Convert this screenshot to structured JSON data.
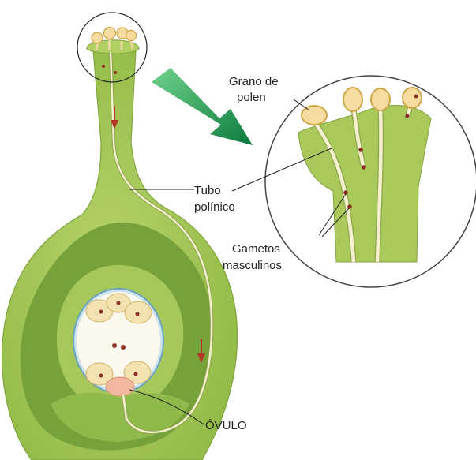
{
  "labels": {
    "pollen_grain": [
      "Grano de",
      "polen"
    ],
    "pollen_tube": [
      "Tubo",
      "polínico"
    ],
    "male_gametes": [
      "Gametos",
      "masculinos"
    ],
    "ovule": "ÓVULO"
  },
  "colors": {
    "tissue": "#a9c95a",
    "tissue_dark": "#7fa53c",
    "cavity": "#6f9a34",
    "ovule_sac": "#fbf8ee",
    "pollen": "#f6dca0",
    "pollen_outline": "#cda648",
    "arrow_green": "#2f9a56",
    "arrow_red": "#b5372a",
    "nucleus": "#8b2f26"
  }
}
